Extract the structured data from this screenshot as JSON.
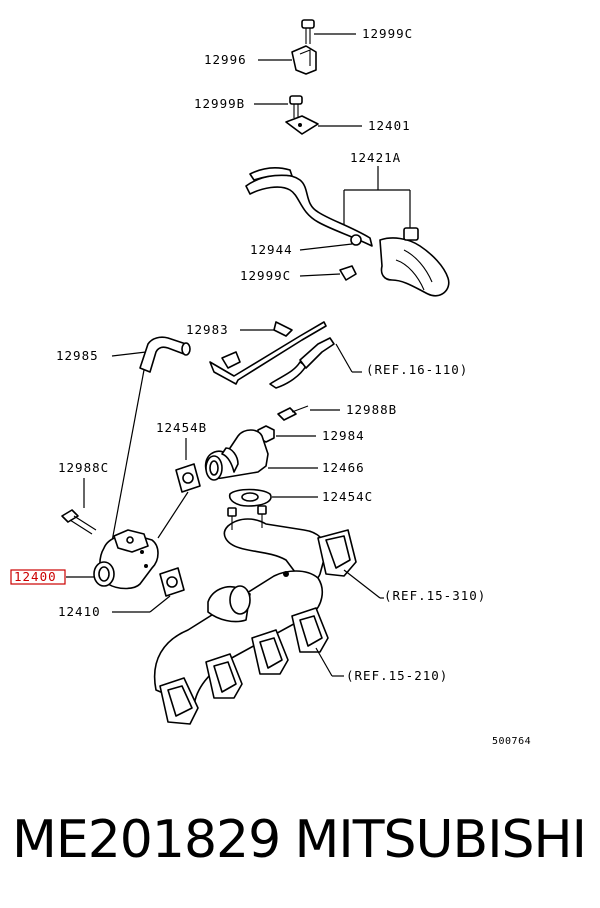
{
  "diagram": {
    "labels": {
      "l12999C_top": "12999C",
      "l12996": "12996",
      "l12999B": "12999B",
      "l12401": "12401",
      "l12421A": "12421A",
      "l12944": "12944",
      "l12999C_mid": "12999C",
      "l12983": "12983",
      "l12985": "12985",
      "ref16110": "(REF.16-110)",
      "l12988B": "12988B",
      "l12454B": "12454B",
      "l12984": "12984",
      "l12988C": "12988C",
      "l12466": "12466",
      "l12454C": "12454C",
      "l12400": "12400",
      "ref15310": "(REF.15-310)",
      "l12410": "12410",
      "ref15210": "(REF.15-210)",
      "figure_no": "500764"
    },
    "highlight_color": "#cc0000"
  },
  "footer": {
    "part_number": "ME201829",
    "brand": "MITSUBISHI"
  }
}
